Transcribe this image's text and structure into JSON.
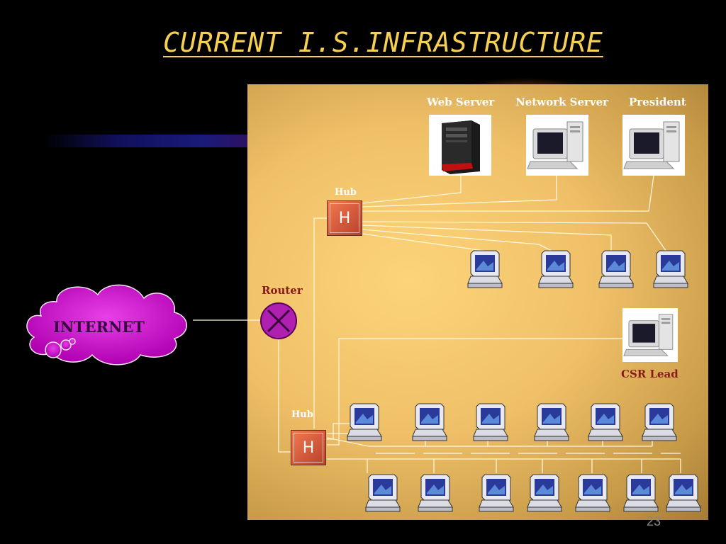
{
  "slide": {
    "title": "CURRENT I.S.INFRASTRUCTURE",
    "page_number": "23"
  },
  "diagram": {
    "internet_label": "INTERNET",
    "router_label": "Router",
    "hub_top_label": "Hub",
    "hub_bottom_label": "Hub",
    "hub_symbol": "H",
    "servers": {
      "web_server": "Web Server",
      "network_server": "Network Server",
      "president": "President"
    },
    "csr_lead_label": "CSR Lead"
  },
  "colors": {
    "background": "#000000",
    "title": "#F6D050",
    "panel": "#EFC068",
    "cloud": "#CC00CC",
    "hub": "#E06040",
    "wire": "#FFF6D8",
    "label_red": "#8A1A1A"
  },
  "icons": {
    "cloud": "cloud-icon",
    "router": "router-icon",
    "hub": "hub-icon",
    "server_tower": "server-tower-icon",
    "desktop_computer": "desktop-computer-icon",
    "workstation": "workstation-icon"
  }
}
